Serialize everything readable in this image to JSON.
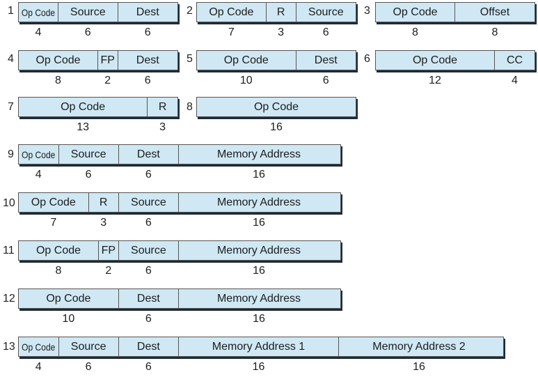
{
  "formats": [
    {
      "number": "1",
      "fields": [
        {
          "name": "Op Code",
          "bits": "4"
        },
        {
          "name": "Source",
          "bits": "6"
        },
        {
          "name": "Dest",
          "bits": "6"
        }
      ]
    },
    {
      "number": "2",
      "fields": [
        {
          "name": "Op Code",
          "bits": "7"
        },
        {
          "name": "R",
          "bits": "3"
        },
        {
          "name": "Source",
          "bits": "6"
        }
      ]
    },
    {
      "number": "3",
      "fields": [
        {
          "name": "Op Code",
          "bits": "8"
        },
        {
          "name": "Offset",
          "bits": "8"
        }
      ]
    },
    {
      "number": "4",
      "fields": [
        {
          "name": "Op Code",
          "bits": "8"
        },
        {
          "name": "FP",
          "bits": "2"
        },
        {
          "name": "Dest",
          "bits": "6"
        }
      ]
    },
    {
      "number": "5",
      "fields": [
        {
          "name": "Op Code",
          "bits": "10"
        },
        {
          "name": "Dest",
          "bits": "6"
        }
      ]
    },
    {
      "number": "6",
      "fields": [
        {
          "name": "Op Code",
          "bits": "12"
        },
        {
          "name": "CC",
          "bits": "4"
        }
      ]
    },
    {
      "number": "7",
      "fields": [
        {
          "name": "Op Code",
          "bits": "13"
        },
        {
          "name": "R",
          "bits": "3"
        }
      ]
    },
    {
      "number": "8",
      "fields": [
        {
          "name": "Op Code",
          "bits": "16"
        }
      ]
    },
    {
      "number": "9",
      "fields": [
        {
          "name": "Op Code",
          "bits": "4"
        },
        {
          "name": "Source",
          "bits": "6"
        },
        {
          "name": "Dest",
          "bits": "6"
        },
        {
          "name": "Memory Address",
          "bits": "16"
        }
      ]
    },
    {
      "number": "10",
      "fields": [
        {
          "name": "Op Code",
          "bits": "7"
        },
        {
          "name": "R",
          "bits": "3"
        },
        {
          "name": "Source",
          "bits": "6"
        },
        {
          "name": "Memory Address",
          "bits": "16"
        }
      ]
    },
    {
      "number": "11",
      "fields": [
        {
          "name": "Op Code",
          "bits": "8"
        },
        {
          "name": "FP",
          "bits": "2"
        },
        {
          "name": "Source",
          "bits": "6"
        },
        {
          "name": "Memory Address",
          "bits": "16"
        }
      ]
    },
    {
      "number": "12",
      "fields": [
        {
          "name": "Op Code",
          "bits": "10"
        },
        {
          "name": "Dest",
          "bits": "6"
        },
        {
          "name": "Memory Address",
          "bits": "16"
        }
      ]
    },
    {
      "number": "13",
      "fields": [
        {
          "name": "Op Code",
          "bits": "4"
        },
        {
          "name": "Source",
          "bits": "6"
        },
        {
          "name": "Dest",
          "bits": "6"
        },
        {
          "name": "Memory Address 1",
          "bits": "16"
        },
        {
          "name": "Memory Address 2",
          "bits": "16"
        }
      ]
    }
  ]
}
